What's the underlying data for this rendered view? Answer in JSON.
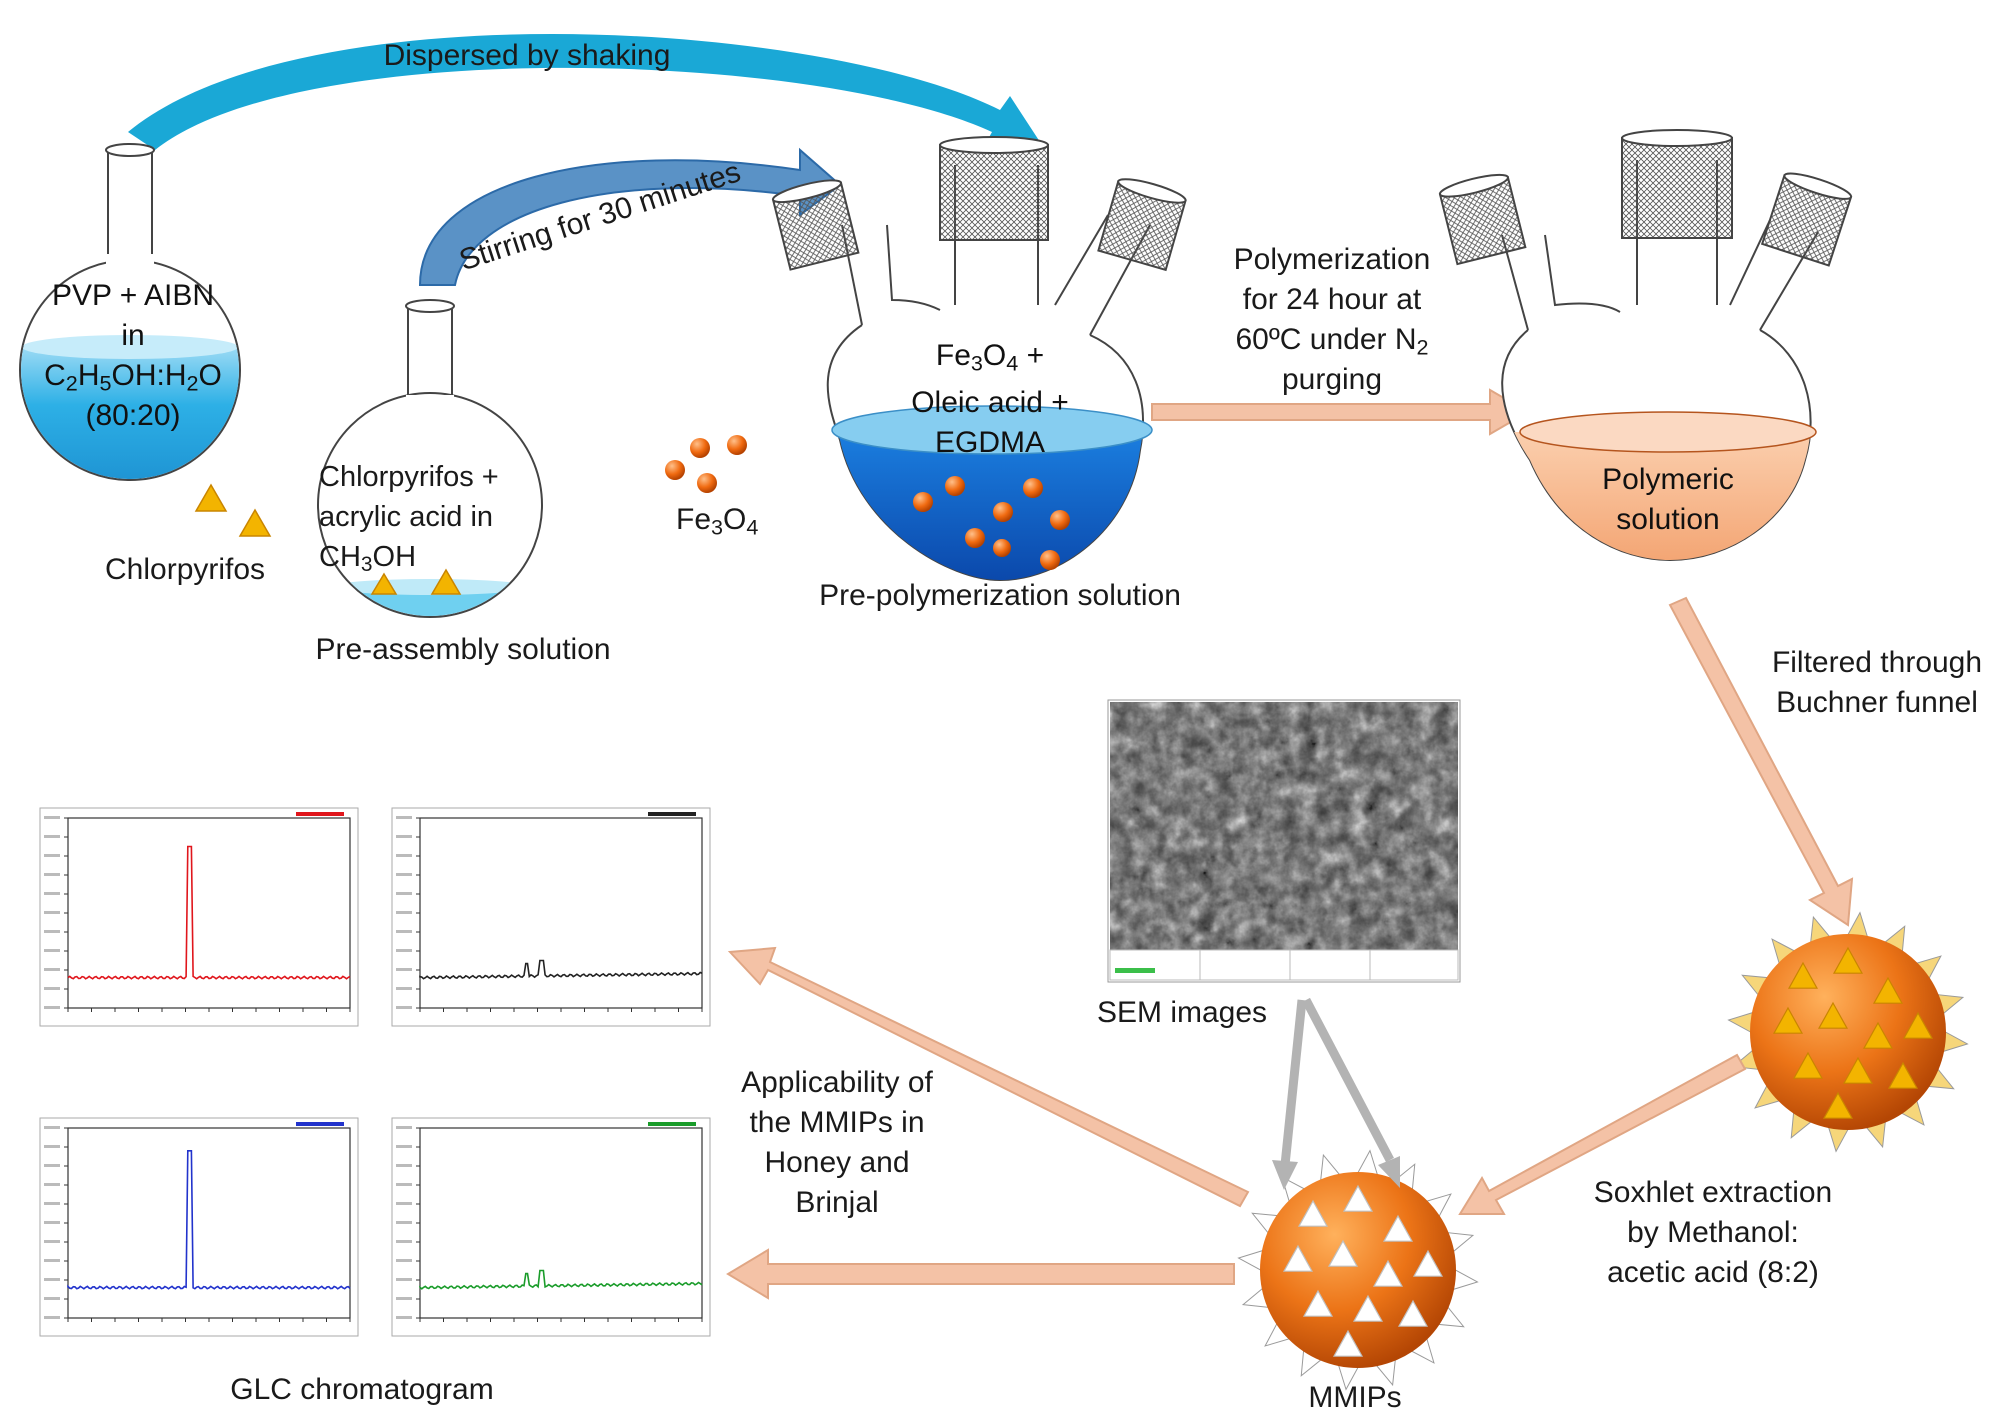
{
  "arrows": {
    "dispersed": "Dispersed by shaking",
    "stirring": "Stirring for 30 minutes",
    "polymerization": {
      "line1": "Polymerization",
      "line2": "for 24 hour at",
      "line3_a": "60ºC under N",
      "line3_sub": "2",
      "line4": "purging"
    },
    "filtered": {
      "line1": "Filtered through",
      "line2": "Buchner funnel"
    },
    "soxhlet": {
      "line1": "Soxhlet extraction",
      "line2": "by Methanol:",
      "line3": "acetic acid (8:2)"
    },
    "applicability": {
      "line1": "Applicability of",
      "line2": "the MMIPs in",
      "line3": "Honey and",
      "line4": "Brinjal"
    }
  },
  "flask1": {
    "line1": "PVP + AIBN",
    "line2": "in",
    "line3": {
      "a": "C",
      "s1": "2",
      "b": "H",
      "s2": "5",
      "c": "OH:H",
      "s3": "2",
      "d": "O"
    },
    "line4": "(80:20)"
  },
  "flask2": {
    "line1": "Chlorpyrifos  +",
    "line2": "acrylic  acid  in",
    "line3": {
      "a": "CH",
      "s": "3",
      "b": "OH"
    },
    "caption": "Pre-assembly solution"
  },
  "chlorpyrifos_label": "Chlorpyrifos",
  "fe3o4_label": {
    "a": "Fe",
    "s1": "3",
    "b": "O",
    "s2": "4"
  },
  "flask3": {
    "line1": {
      "a": "Fe",
      "s1": "3",
      "b": "O",
      "s2": "4",
      "c": " +"
    },
    "line2": "Oleic acid +",
    "line3": "EGDMA",
    "caption": "Pre-polymerization solution"
  },
  "flask4": {
    "line1": "Polymeric",
    "line2": "solution"
  },
  "sem_caption": "SEM images",
  "mmips_caption": "MMIPs",
  "glc_caption": "GLC chromatogram",
  "colors": {
    "blue_arrow": "#1aa8d6",
    "peach_arrow": "#f4c2a6",
    "peach_outline": "#e0a684",
    "water_blue": "#2aa9e0",
    "deep_blue": "#0a57c0",
    "orange_sphere": "#e36b12",
    "polymer_peach": "#f7b489",
    "triangle": "#f3b400",
    "gray_arrow": "#b3b3b3",
    "trace_red": "#e0161c",
    "trace_black": "#222222",
    "trace_blue": "#2233cc",
    "trace_green": "#1a9c2a"
  },
  "icons": [
    "round-bottom-flask",
    "three-neck-flask",
    "spiky-sphere",
    "chromatogram",
    "sem-micrograph"
  ]
}
